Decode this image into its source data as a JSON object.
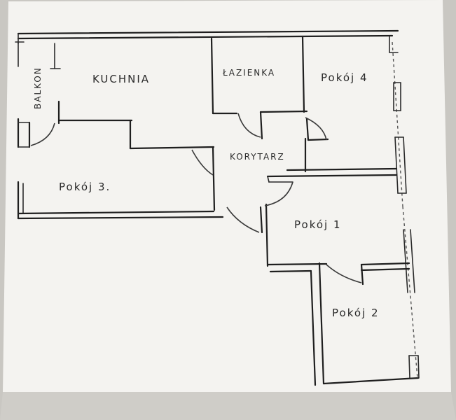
{
  "rooms": {
    "kuchnia": "KUCHNIA",
    "lazienka": "ŁAZIENKA",
    "pokoj4": "Pokój 4",
    "balkon": "BALKON",
    "korytarz": "KORYTARZ",
    "pokoj3": "Pokój 3.",
    "pokoj1": "Pokój 1",
    "pokoj2": "Pokój 2"
  },
  "colors": {
    "paper": "#f4f3f0",
    "background": "#c9c7c2",
    "ink": "#1f1f1f"
  }
}
